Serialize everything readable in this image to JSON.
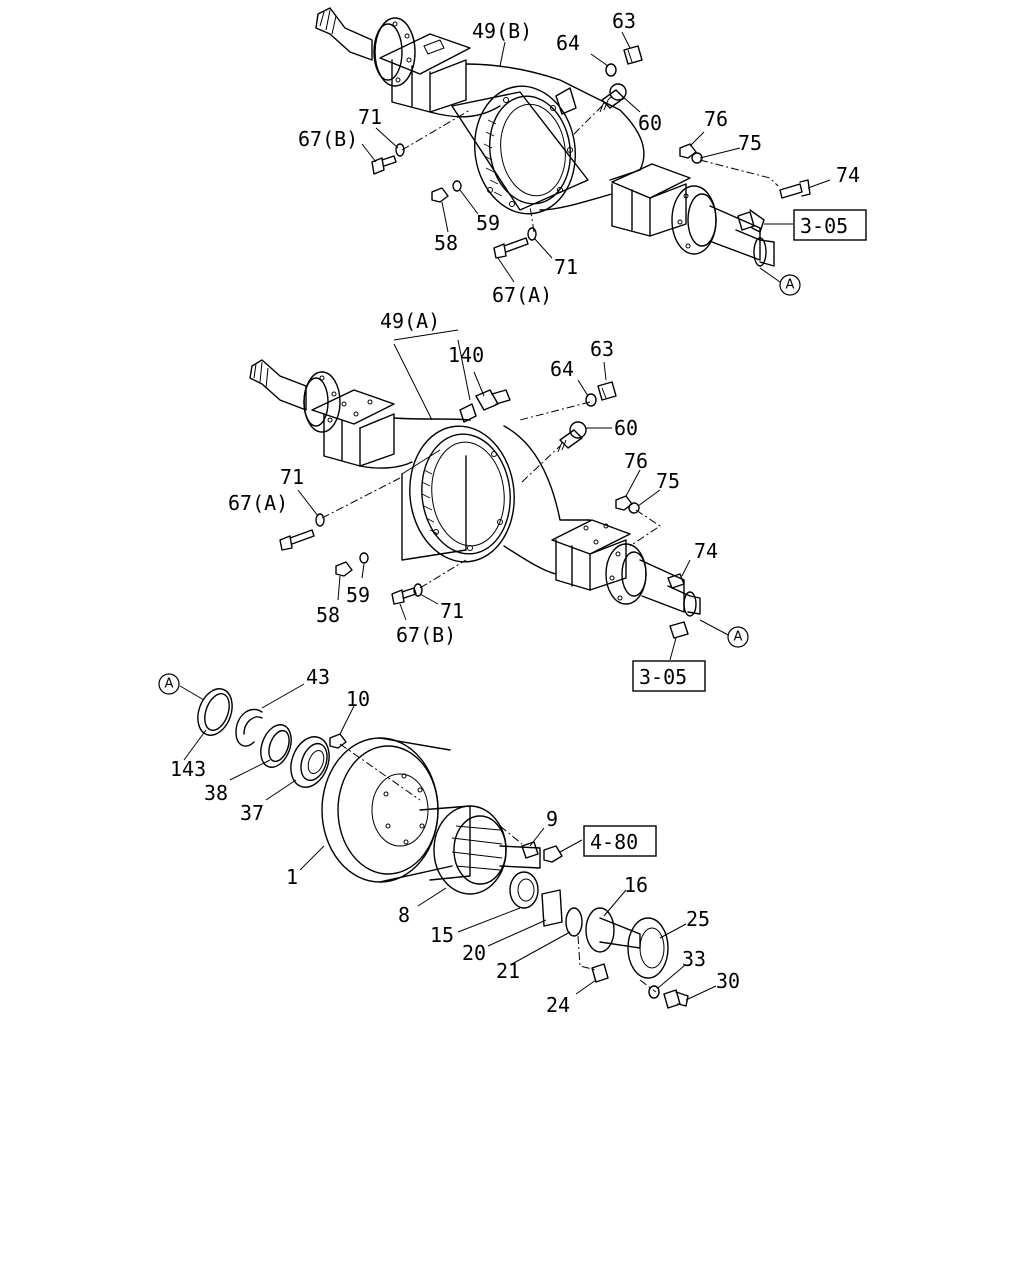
{
  "diagram": {
    "assembly_b": {
      "callouts": {
        "c49b": "49(B)",
        "c63": "63",
        "c64": "64",
        "c60": "60",
        "c76": "76",
        "c75": "75",
        "c74": "74",
        "c71a": "71",
        "c67b": "67(B)",
        "c59": "59",
        "c58": "58",
        "c71b": "71",
        "c67a": "67(A)",
        "cA": "A"
      },
      "ref": "3-05"
    },
    "assembly_a": {
      "callouts": {
        "c49a": "49(A)",
        "c140": "140",
        "c64": "64",
        "c63": "63",
        "c60": "60",
        "c76": "76",
        "c75": "75",
        "c74": "74",
        "c71a": "71",
        "c67a": "67(A)",
        "c59": "59",
        "c58": "58",
        "c71b": "71",
        "c67b": "67(B)",
        "cA": "A"
      },
      "ref": "3-05"
    },
    "hub_assembly": {
      "callouts": {
        "cA": "A",
        "c43": "43",
        "c10": "10",
        "c143": "143",
        "c38": "38",
        "c37": "37",
        "c1": "1",
        "c9": "9",
        "c8": "8",
        "c15": "15",
        "c20": "20",
        "c21": "21",
        "c16": "16",
        "c25": "25",
        "c33": "33",
        "c30": "30",
        "c24": "24"
      },
      "ref": "4-80"
    }
  }
}
